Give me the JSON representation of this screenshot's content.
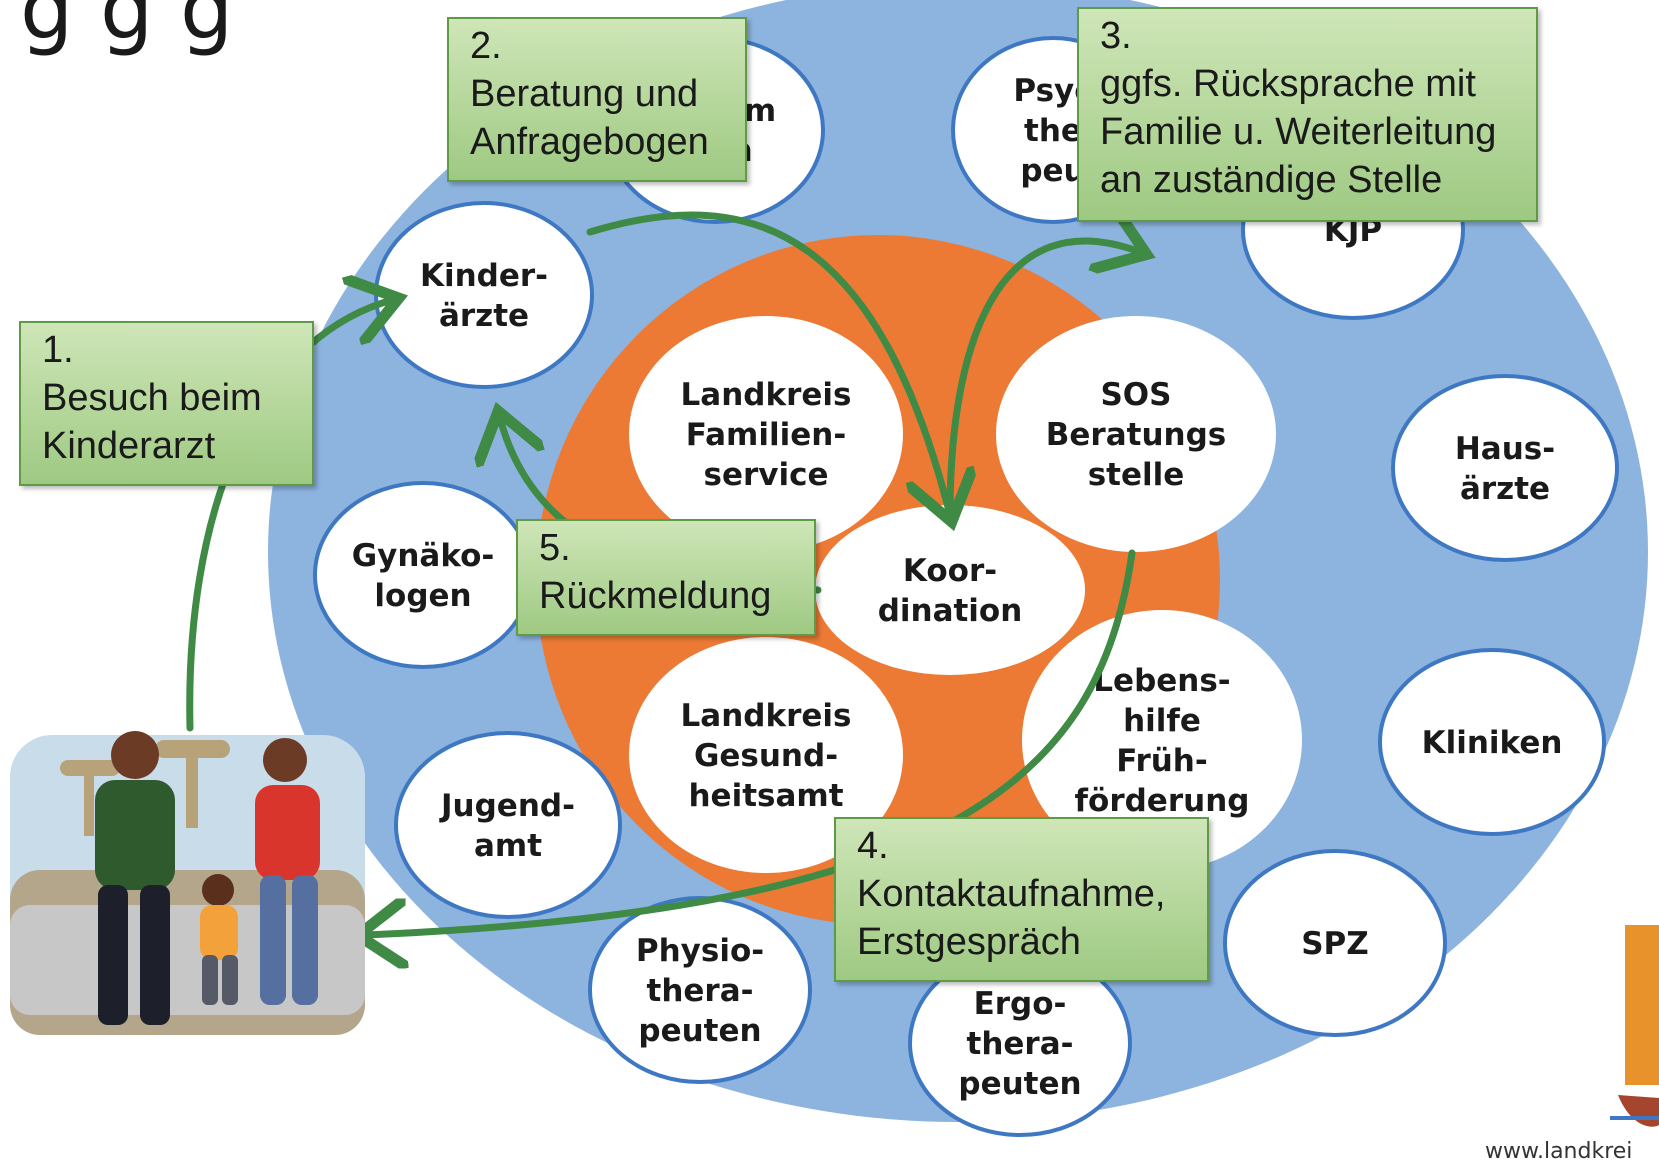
{
  "colors": {
    "outer_ring": "#8db3df",
    "inner_ring": "#ec7a34",
    "node_fill": "#ffffff",
    "node_stroke": "#3e78c3",
    "arrow": "#3f8a45",
    "step_box_top": "#cfe6b8",
    "step_box_bottom": "#9ec982",
    "step_box_border": "#5f9b47"
  },
  "title_fragment": "g g g",
  "outer_nodes": [
    {
      "id": "kinderaerzte",
      "lines": [
        "Kinder-",
        "ärzte"
      ]
    },
    {
      "id": "hebammen",
      "lines": [
        "Hebam",
        "men"
      ]
    },
    {
      "id": "psychotherapeuten",
      "lines": [
        "Psyc",
        "the",
        "peu"
      ]
    },
    {
      "id": "kjp",
      "lines": [
        "KJP"
      ]
    },
    {
      "id": "hausaerzte",
      "lines": [
        "Haus-",
        "ärzte"
      ]
    },
    {
      "id": "kliniken",
      "lines": [
        "Kliniken"
      ]
    },
    {
      "id": "spz",
      "lines": [
        "SPZ"
      ]
    },
    {
      "id": "ergotherapeuten",
      "lines": [
        "Ergo-",
        "thera-",
        "peuten"
      ]
    },
    {
      "id": "physiotherapeuten",
      "lines": [
        "Physio-",
        "thera-",
        "peuten"
      ]
    },
    {
      "id": "jugendamt",
      "lines": [
        "Jugend-",
        "amt"
      ]
    },
    {
      "id": "gynaekologen",
      "lines": [
        "Gynäko-",
        "logen"
      ]
    }
  ],
  "inner_nodes": [
    {
      "id": "familienservice",
      "lines": [
        "Landkreis",
        "Familien-",
        "service"
      ]
    },
    {
      "id": "sos",
      "lines": [
        "SOS",
        "Beratungs",
        "stelle"
      ]
    },
    {
      "id": "gesundheitsamt",
      "lines": [
        "Landkreis",
        "Gesund-",
        "heitsamt"
      ]
    },
    {
      "id": "lebenshilfe",
      "lines": [
        "Lebens-",
        "hilfe",
        "Früh-",
        "förderung"
      ]
    },
    {
      "id": "koordination",
      "lines": [
        "Koor-",
        "dination"
      ]
    }
  ],
  "steps": [
    {
      "id": "step-1",
      "lines": [
        "1.",
        "Besuch beim",
        "Kinderarzt"
      ]
    },
    {
      "id": "step-2",
      "lines": [
        "2.",
        "Beratung und",
        "Anfragebogen"
      ]
    },
    {
      "id": "step-3",
      "lines": [
        "3.",
        "ggfs. Rücksprache mit",
        "Familie u. Weiterleitung",
        "an zuständige Stelle"
      ]
    },
    {
      "id": "step-4",
      "lines": [
        "4.",
        "Kontaktaufnahme,",
        "Erstgespräch"
      ]
    },
    {
      "id": "step-5",
      "lines": [
        "5.",
        "Rückmeldung"
      ]
    }
  ],
  "footer_url": "www.landkrei"
}
